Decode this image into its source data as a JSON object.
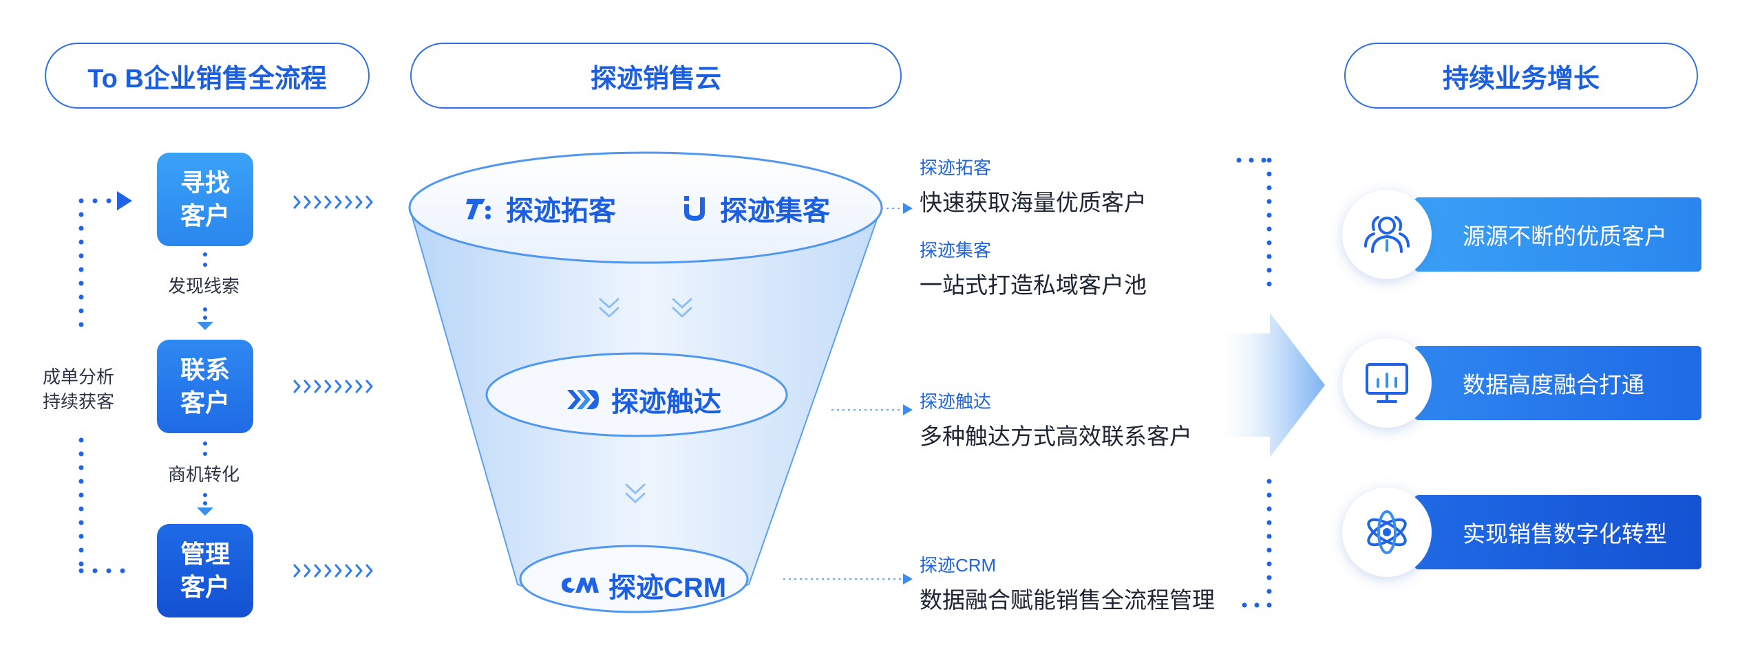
{
  "headers": {
    "left": "To B企业销售全流程",
    "middle": "探迹销售云",
    "right": "持续业务增长"
  },
  "process": {
    "steps": [
      {
        "line1": "寻找",
        "line2": "客户"
      },
      {
        "line1": "联系",
        "line2": "客户"
      },
      {
        "line1": "管理",
        "line2": "客户"
      }
    ],
    "connectors": [
      "发现线索",
      "商机转化"
    ],
    "loop_label_1": "成单分析",
    "loop_label_2": "持续获客"
  },
  "funnel": {
    "top_left": "探迹拓客",
    "top_right": "探迹集客",
    "middle": "探迹触达",
    "bottom": "探迹CRM"
  },
  "features": [
    {
      "title": "探迹拓客",
      "desc": "快速获取海量优质客户"
    },
    {
      "title": "探迹集客",
      "desc": "一站式打造私域客户池"
    },
    {
      "title": "探迹触达",
      "desc": "多种触达方式高效联系客户"
    },
    {
      "title": "探迹CRM",
      "desc": "数据融合赋能销售全流程管理"
    }
  ],
  "results": [
    {
      "label": "源源不断的优质客户",
      "icon": "people-icon"
    },
    {
      "label": "数据高度融合打通",
      "icon": "monitor-chart-icon"
    },
    {
      "label": "实现销售数字化转型",
      "icon": "atom-icon"
    }
  ],
  "colors": {
    "primary": "#1f63e6",
    "light_blue": "#3b8ef0",
    "dark_blue": "#1456d6",
    "funnel_fill": "#dbe9fb"
  }
}
